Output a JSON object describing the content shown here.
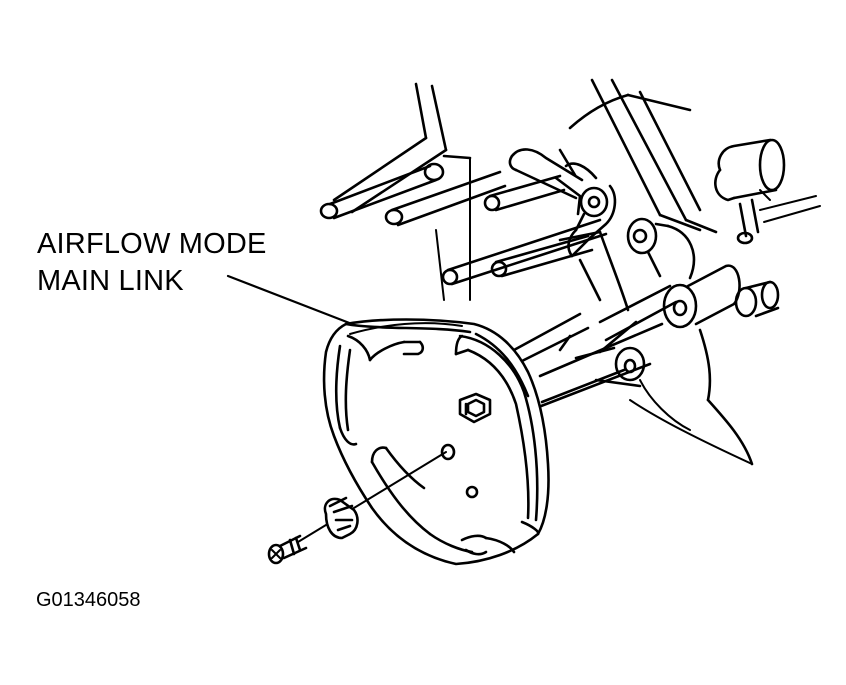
{
  "callout": {
    "line1": "AIRFLOW MODE",
    "line2": "MAIN LINK"
  },
  "figure_id": "G01346058",
  "colors": {
    "ink": "#000000",
    "paper": "#ffffff"
  }
}
